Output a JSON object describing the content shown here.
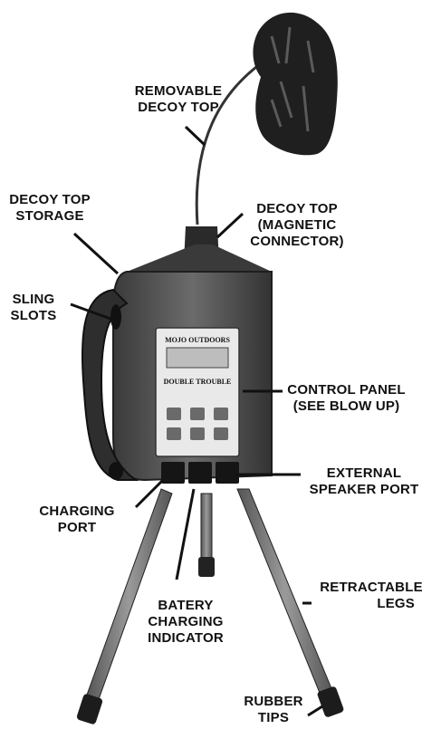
{
  "callouts": {
    "removable_decoy_top": [
      "REMOVABLE",
      "DECOY TOP"
    ],
    "decoy_top_storage": [
      "DECOY TOP",
      "STORAGE"
    ],
    "decoy_top_connector": [
      "DECOY TOP",
      "(MAGNETIC",
      "CONNECTOR)"
    ],
    "sling_slots": [
      "SLING",
      "SLOTS"
    ],
    "control_panel": [
      "CONTROL PANEL",
      "(SEE BLOW UP)"
    ],
    "external_speaker_port": [
      "EXTERNAL",
      "SPEAKER PORT"
    ],
    "charging_port": [
      "CHARGING",
      "PORT"
    ],
    "battery_charging_indicator": [
      "BATERY",
      "CHARGING",
      "INDICATOR"
    ],
    "retractable_legs": [
      "RETRACTABLE",
      "LEGS"
    ],
    "rubber_tips": [
      "RUBBER",
      "TIPS"
    ]
  },
  "panel": {
    "brand": "MOJO OUTDOORS",
    "product": "DOUBLE TROUBLE"
  },
  "colors": {
    "body": "#5a5a5a",
    "body_dark": "#2b2b2b",
    "panel": "#e9e9e9",
    "leg": "#7a7a7a",
    "ink": "#111111"
  }
}
